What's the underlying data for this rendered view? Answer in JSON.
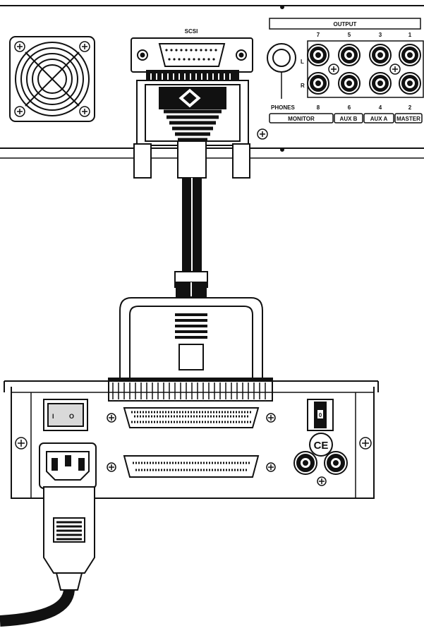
{
  "device_top": {
    "scsi_label": "SCSI",
    "output_label": "OUTPUT",
    "phones_label": "PHONES",
    "channel_row_l": [
      "7",
      "5",
      "3",
      "1"
    ],
    "channel_row_r": [
      "8",
      "6",
      "4",
      "2"
    ],
    "side_l": "L",
    "side_r": "R",
    "bus_labels": [
      "MONITOR",
      "AUX B",
      "AUX A",
      "MASTER"
    ]
  },
  "device_bottom": {
    "power_switch_marks": [
      "I",
      "O"
    ],
    "selector_digit": "0",
    "ce_mark": "CE"
  },
  "colors": {
    "ink": "#111111",
    "paper": "#ffffff",
    "shade": "#d9d9d9"
  }
}
